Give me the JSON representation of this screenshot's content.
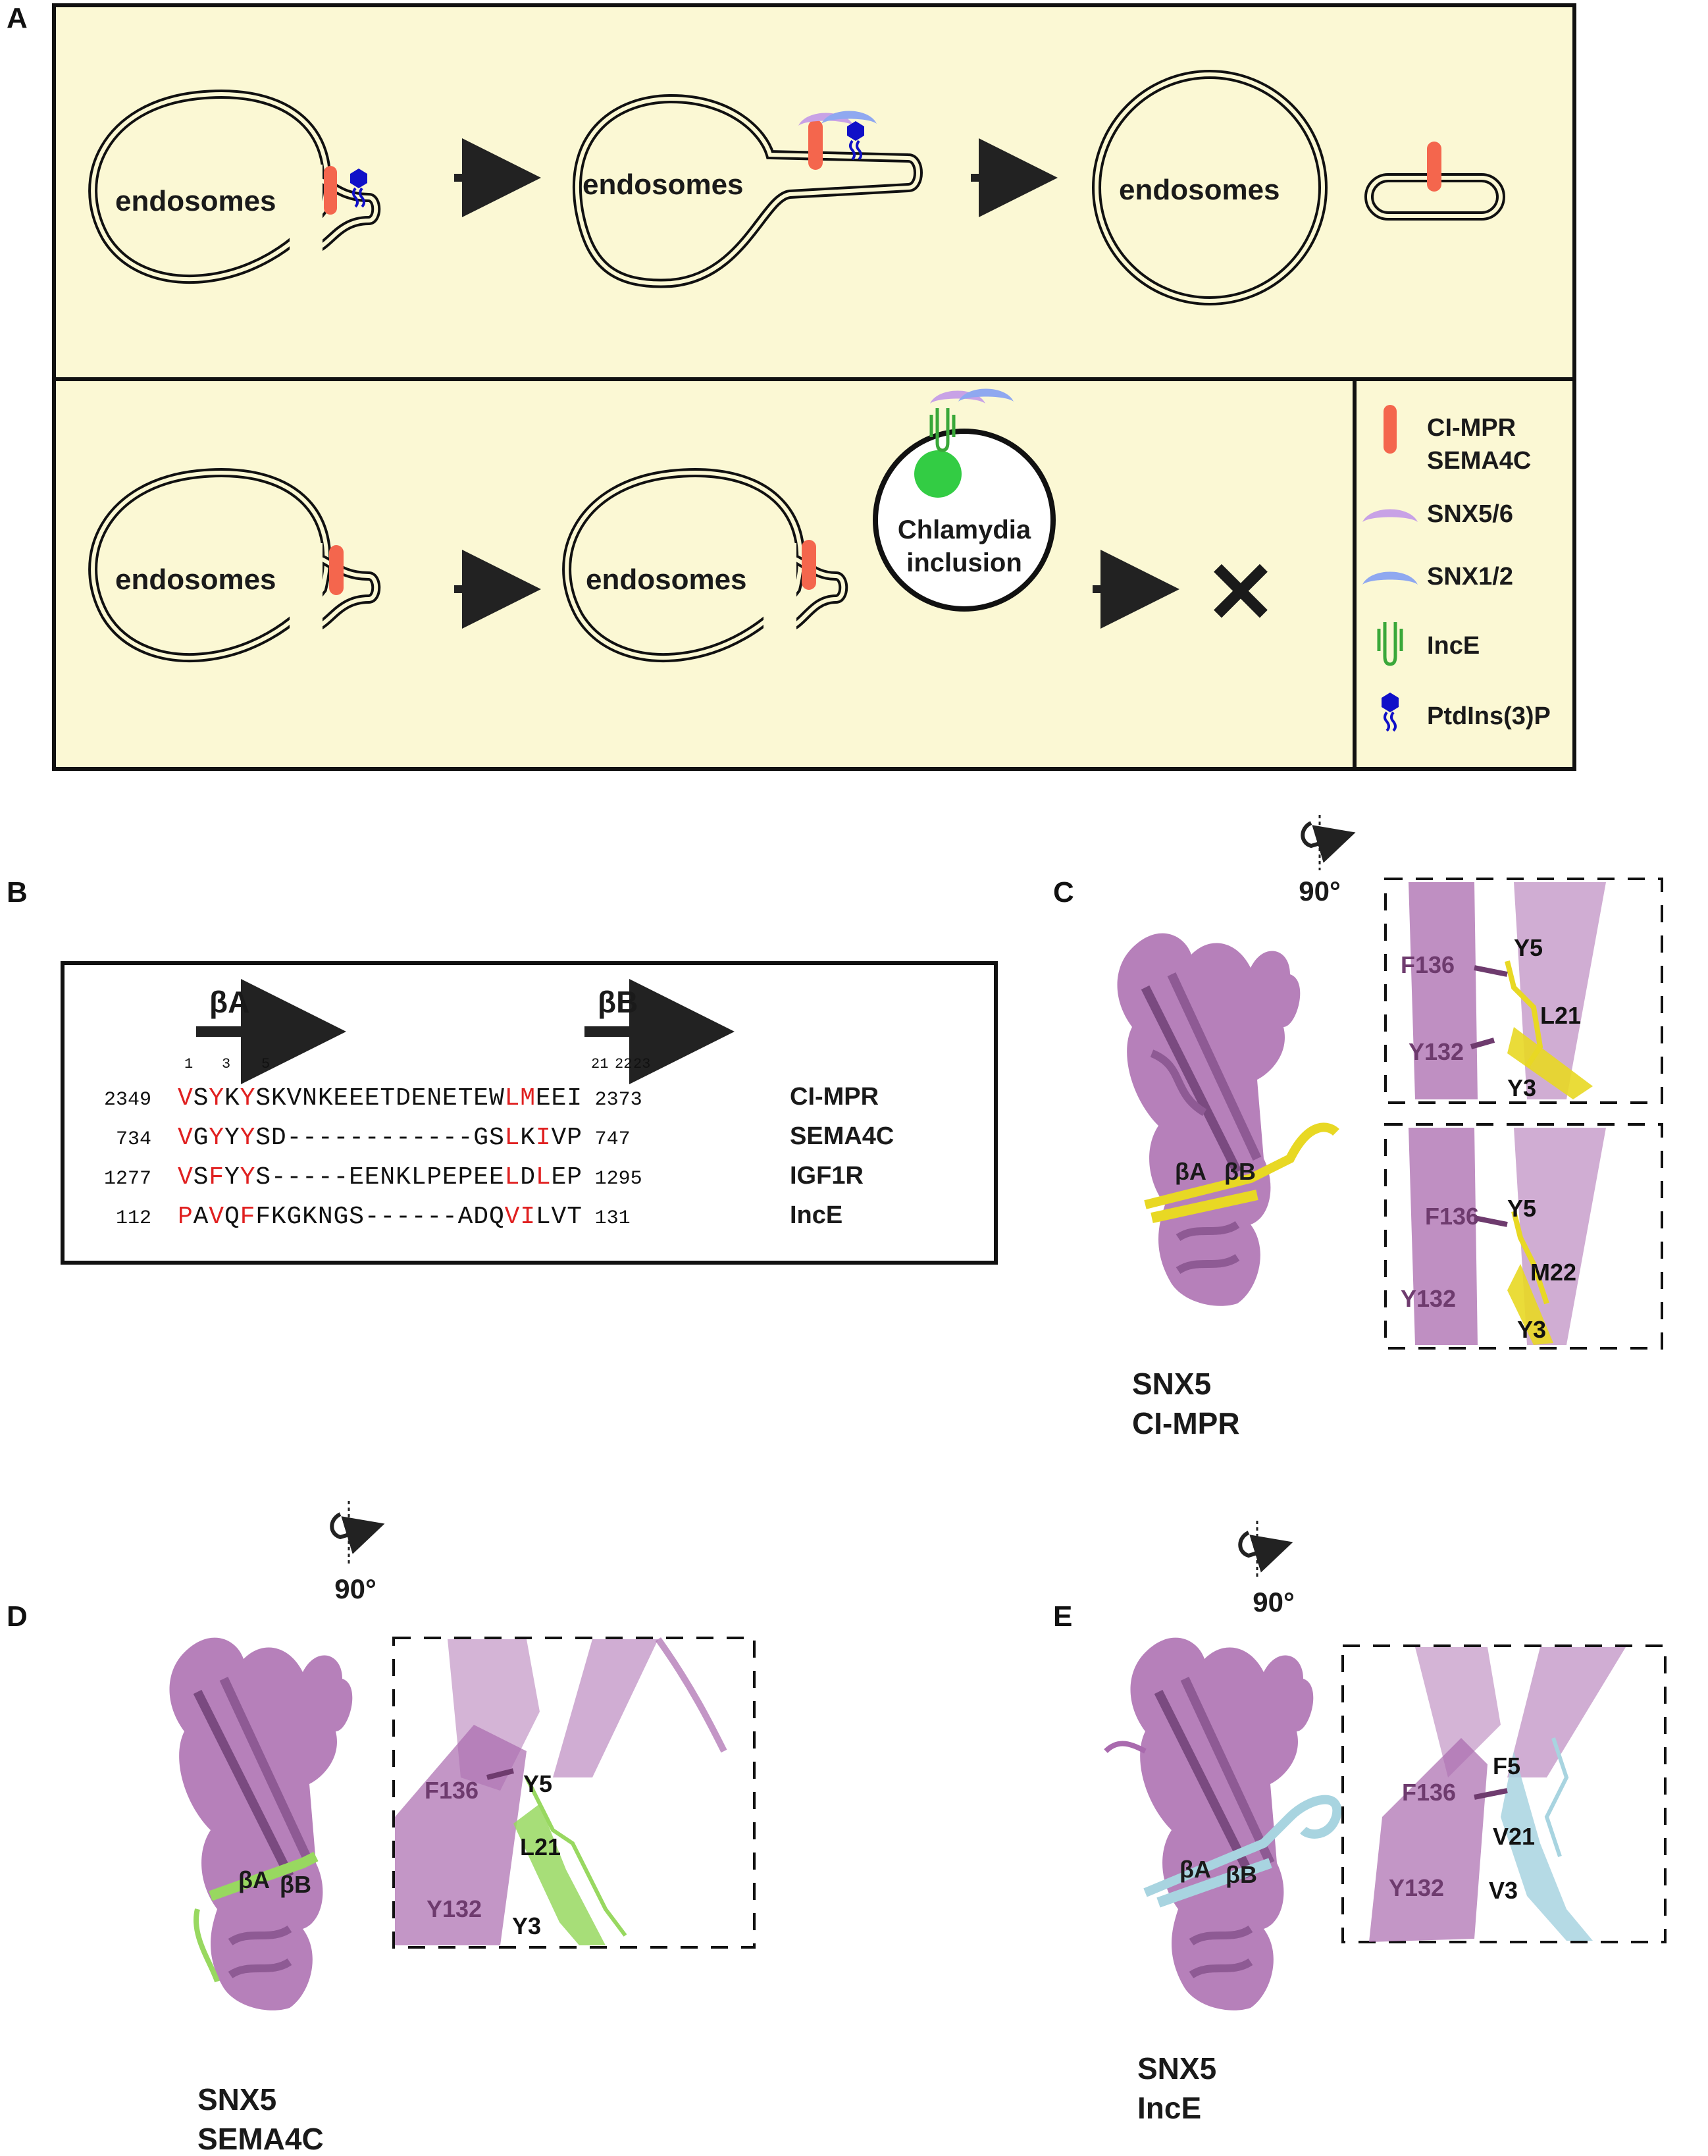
{
  "panels": {
    "a": "A",
    "b": "B",
    "c": "C",
    "d": "D",
    "e": "E"
  },
  "colors": {
    "panel_bg": "#fbf8d4",
    "cargo": "#f4664d",
    "snx56": "#c8a2e6",
    "snx12": "#8fa8f0",
    "ince": "#3aa83a",
    "ptdins": "#1010c8",
    "chlamydia": "#33cc44",
    "snx5_structure": "#a96aae",
    "cimpr_structure": "#e8d824",
    "sema4c_structure": "#98d860",
    "ince_structure": "#a8d4e0",
    "seq_highlight": "#e02020"
  },
  "panel_a": {
    "endosome_label": "endosomes",
    "chlamydia_label_1": "Chlamydia",
    "chlamydia_label_2": "inclusion",
    "blocked_symbol": "✕",
    "legend": [
      {
        "icon": "cargo-icon",
        "label": "CI-MPR"
      },
      {
        "icon": "cargo-icon",
        "label": "SEMA4C"
      },
      {
        "icon": "snx56-icon",
        "label": "SNX5/6"
      },
      {
        "icon": "snx12-icon",
        "label": "SNX1/2"
      },
      {
        "icon": "ince-icon",
        "label": "IncE"
      },
      {
        "icon": "ptdins3p-icon",
        "label": "PtdIns(3)P"
      }
    ]
  },
  "panel_b": {
    "strand_a": "βA",
    "strand_b": "βB",
    "pos_1": "1",
    "pos_3": "3",
    "pos_5": "5",
    "pos_21": "21",
    "pos_22": "22",
    "pos_23": "23",
    "rows": [
      {
        "start": "2349",
        "seq": "VSYKYSKVNKEEETDENETEWLMEEI",
        "highlight": [
          0,
          2,
          4,
          21,
          22
        ],
        "end": "2373",
        "name": "CI-MPR"
      },
      {
        "start": "734",
        "seq": "VGYYYSD------------GSLKIVP",
        "highlight": [
          0,
          2,
          4,
          21,
          23
        ],
        "end": "747",
        "name": "SEMA4C"
      },
      {
        "start": "1277",
        "seq": "VSFYYS-----EENKLPEPEELDLEP",
        "highlight": [
          0,
          2,
          4,
          21,
          23
        ],
        "end": "1295",
        "name": "IGF1R"
      },
      {
        "start": "112",
        "seq": "PAVQFFKGKNGS------ADQVILVT",
        "highlight": [
          0,
          2,
          4,
          21,
          22
        ],
        "end": "131",
        "name": "IncE"
      }
    ]
  },
  "rotation_label": "90°",
  "panel_c": {
    "strand_a": "βA",
    "strand_b": "βB",
    "legend_1": "SNX5",
    "legend_2": "CI-MPR",
    "inset_top": {
      "F136": "F136",
      "Y5": "Y5",
      "L21": "L21",
      "Y132": "Y132",
      "Y3": "Y3"
    },
    "inset_bottom": {
      "F136": "F136",
      "Y5": "Y5",
      "M22": "M22",
      "Y132": "Y132",
      "Y3": "Y3"
    }
  },
  "panel_d": {
    "strand_a": "βA",
    "strand_b": "βB",
    "legend_1": "SNX5",
    "legend_2": "SEMA4C",
    "inset": {
      "F136": "F136",
      "Y5": "Y5",
      "L21": "L21",
      "Y132": "Y132",
      "Y3": "Y3"
    }
  },
  "panel_e": {
    "strand_a": "βA",
    "strand_b": "βB",
    "legend_1": "SNX5",
    "legend_2": "IncE",
    "inset": {
      "F136": "F136",
      "F5": "F5",
      "V21": "V21",
      "Y132": "Y132",
      "V3": "V3"
    }
  }
}
